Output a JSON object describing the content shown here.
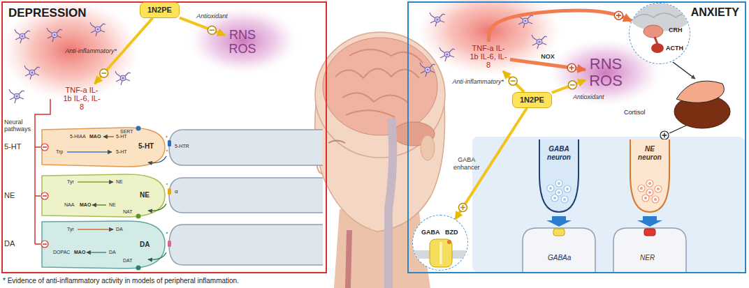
{
  "diagram": {
    "caption": "* Evidence of anti-inflammatory activity in models of peripheral inflammation.",
    "nodes": [
      {
        "text": [
          "DEPRESSION"
        ]
      },
      {
        "text": [
          "1N2PE"
        ],
        "in": 0
      },
      {
        "text": [
          "TNF-a IL-1b IL-6, IL-8"
        ],
        "in": 0
      },
      {
        "text": [
          "RNS ROS"
        ],
        "in": 0
      },
      {
        "text": [
          "ANXIETY"
        ]
      },
      {
        "text": [
          "1N2PE"
        ],
        "in": 4
      },
      {
        "text": [
          "TNF-a IL-1b IL-6, IL-8"
        ],
        "in": 4
      },
      {
        "text": [
          "RNS ROS"
        ],
        "in": 4
      },
      {
        "text": [
          "CRH",
          "ACTH"
        ],
        "in": 4
      },
      {
        "text": [
          "GABA",
          "BZD"
        ],
        "in": 4
      },
      {
        "text": [
          "GABA neuron"
        ],
        "in": 4
      },
      {
        "text": [
          "NE neuron"
        ],
        "in": 4
      }
    ],
    "edges": [
      {
        "from": 1,
        "to": 2,
        "arrow": "to",
        "label": "Anti-inflammatory*"
      },
      {
        "from": 1,
        "to": 3,
        "arrow": "to",
        "label": "Antioxidant"
      },
      {
        "from": 5,
        "to": 6,
        "arrow": "to",
        "label": "Anti-inflammatory*"
      },
      {
        "from": 5,
        "to": 7,
        "arrow": "to",
        "label": "Antioxidant"
      },
      {
        "from": 6,
        "to": 7,
        "arrow": "to",
        "label": "NOX"
      },
      {
        "from": 6,
        "to": 8,
        "arrow": "to"
      },
      {
        "from": 5,
        "to": 9,
        "arrow": "to",
        "label": "GABA enhancer"
      }
    ],
    "labels": [
      "Neural pathways",
      "5-HT",
      "NE",
      "DA",
      "SERT",
      "5-HIAA",
      "MAO",
      "5-HT",
      "Trp",
      "5-HT",
      "5-HT",
      "5-HTR",
      "Tyr",
      "NE",
      "NE",
      "α",
      "NAA",
      "MAO",
      "NE",
      "NAT",
      "Tyr",
      "DA",
      "DA",
      "DOPAC",
      "MAO",
      "DA",
      "DAT",
      "Cortisol",
      "GABAa",
      "NER"
    ]
  }
}
